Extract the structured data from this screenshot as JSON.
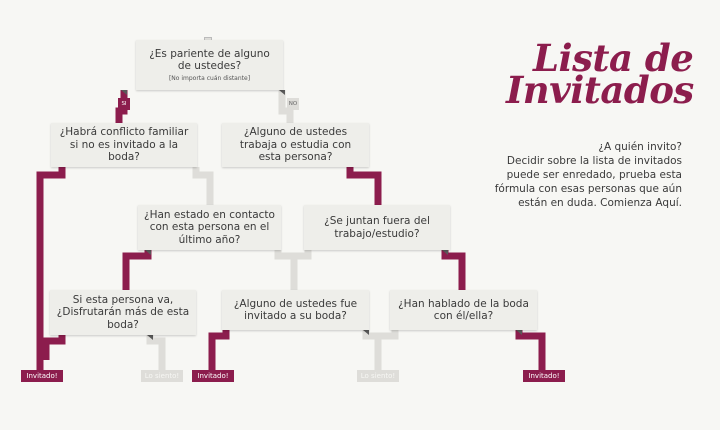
{
  "title": {
    "line1": "Lista de",
    "line2": "Invitados"
  },
  "intro": {
    "question": "¿A quién invito?",
    "text": "Decidir sobre la lista de invitados puede ser enredado, prueba esta fórmula con esas personas que aún están en duda.  Comienza Aquí."
  },
  "colors": {
    "yes": "#8c1d4d",
    "no": "#deddd9",
    "box": "#eeeeea",
    "text": "#3a3a3a"
  },
  "questions": {
    "q1": {
      "text": "¿Es pariente de alguno de ustedes?",
      "note": "[No importa cuán distante]"
    },
    "q2": {
      "text": "¿Habrá conflicto familiar si no es invitado a la boda?"
    },
    "q3": {
      "text": "¿Alguno de ustedes trabaja o estudia con esta persona?"
    },
    "q4": {
      "text": "¿Han estado en contacto con esta persona en el último año?"
    },
    "q5": {
      "text": "¿Se juntan fuera del trabajo/estudio?"
    },
    "q6": {
      "text": "Si esta persona va, ¿Disfrutarán más de esta boda?"
    },
    "q7": {
      "text": "¿Alguno de ustedes fue invitado a su boda?"
    },
    "q8": {
      "text": "¿Han hablado de la boda con él/ella?"
    }
  },
  "branch_labels": {
    "yes": "SI",
    "no": "NO"
  },
  "answers": {
    "invited": "Invitado!",
    "not_invited": "Lo siento!"
  }
}
